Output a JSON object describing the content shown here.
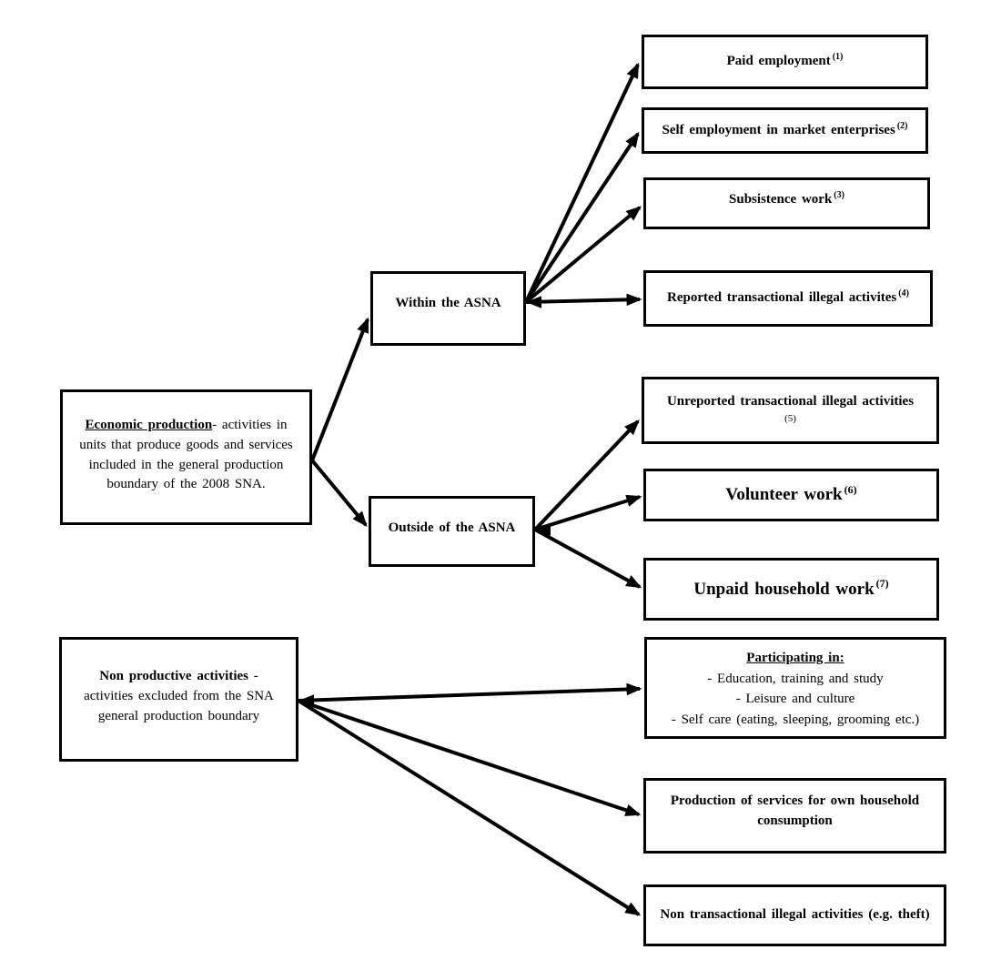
{
  "diagram": {
    "economic": {
      "title": "Economic production",
      "body": "- activities in units that produce goods and services included in the general production boundary of the 2008 SNA."
    },
    "within": {
      "label": "Within the ASNA"
    },
    "outside": {
      "label": "Outside of the ASNA"
    },
    "paid": {
      "label": "Paid employment",
      "sup": "(1)"
    },
    "self_emp": {
      "label": "Self employment in market enterprises",
      "sup": "(2)"
    },
    "subsistence": {
      "label": "Subsistence work",
      "sup": "(3)"
    },
    "reported": {
      "label": "Reported transactional illegal activites",
      "sup": "(4)"
    },
    "unreported": {
      "label": "Unreported transactional illegal activities",
      "footnote": "(5)"
    },
    "volunteer": {
      "label": "Volunteer work",
      "sup": "(6)"
    },
    "unpaid": {
      "label": "Unpaid household work",
      "sup": "(7)"
    },
    "nonproductive": {
      "title": "Non productive activities",
      "body": "- activities excluded from the SNA general production boundary"
    },
    "participating": {
      "title": "Participating in:",
      "items": [
        "- Education, training and study",
        "- Leisure and culture",
        "- Self care (eating, sleeping, grooming etc.)"
      ]
    },
    "prod_services": {
      "label": "Production of services for own household consumption"
    },
    "non_transactional": {
      "label": "Non transactional illegal activities (e.g. theft)"
    }
  }
}
